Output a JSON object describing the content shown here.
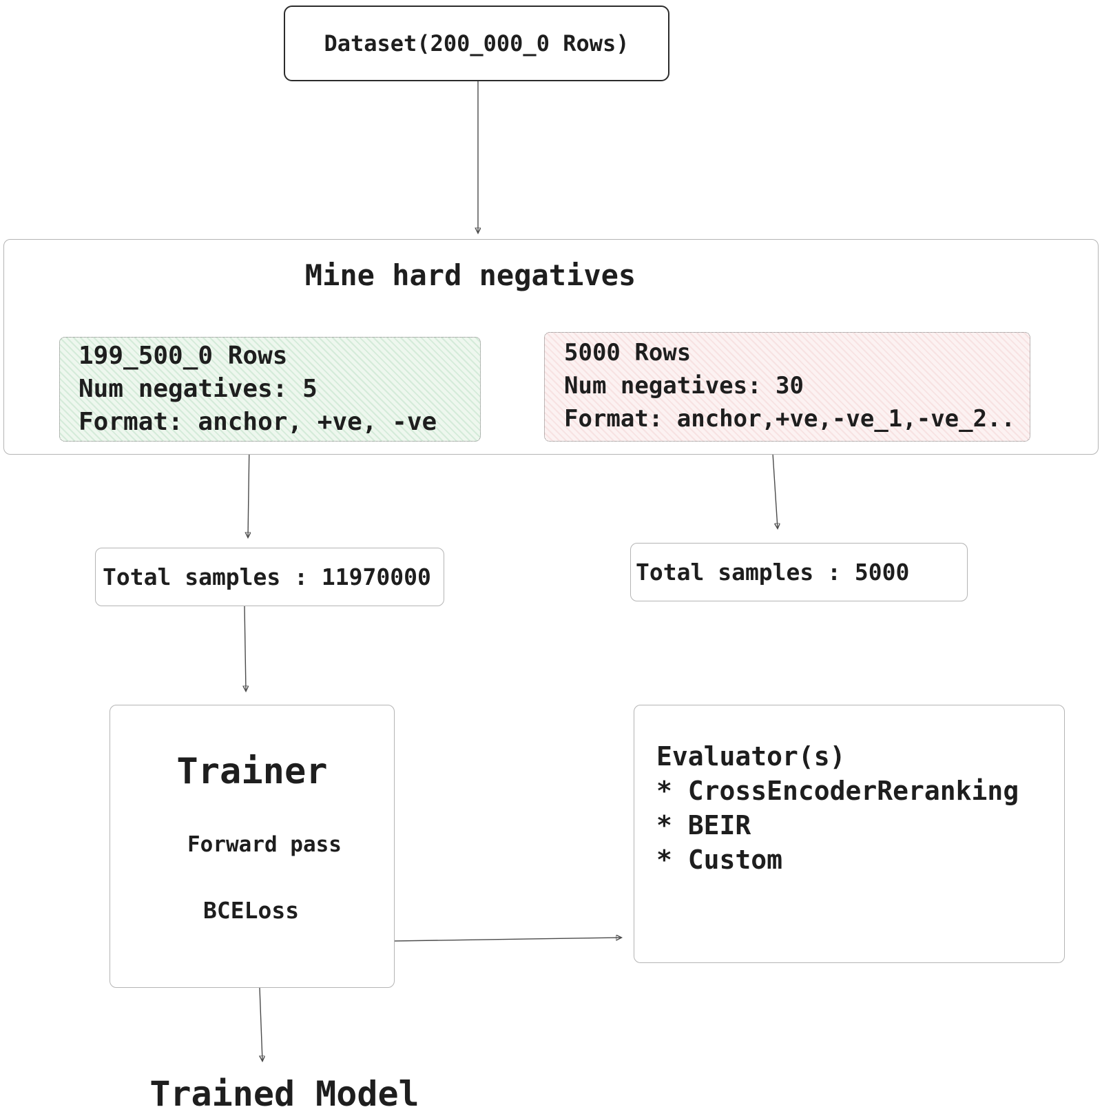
{
  "dataset_box": {
    "label": "Dataset(200_000_0 Rows)"
  },
  "mine_section": {
    "title": "Mine hard negatives",
    "train_split": {
      "line1": "199_500_0 Rows",
      "line2": "Num negatives: 5",
      "line3": "Format: anchor, +ve, -ve",
      "accent_color": "#40a05a"
    },
    "eval_split": {
      "line1": "5000 Rows",
      "line2": "Num negatives: 30",
      "line3": "Format: anchor,+ve,-ve_1,-ve_2..",
      "accent_color": "#dc6e6e"
    }
  },
  "totals": {
    "train": "Total samples : 11970000",
    "eval": "Total samples : 5000"
  },
  "trainer": {
    "title": "Trainer",
    "step1": "Forward pass",
    "step2": "BCELoss"
  },
  "evaluator": {
    "title": "Evaluator(s)",
    "items": [
      "* CrossEncoderReranking",
      "* BEIR",
      "* Custom"
    ]
  },
  "output": {
    "label": "Trained Model"
  },
  "colors": {
    "text": "#1e1e1e",
    "node_border_dark": "#2b2b2b",
    "node_border_gray": "#b4b4b4",
    "connector": "#4a4a4a",
    "green_fill_base": "#f5fbf5",
    "red_fill_base": "#fdf8f8"
  }
}
